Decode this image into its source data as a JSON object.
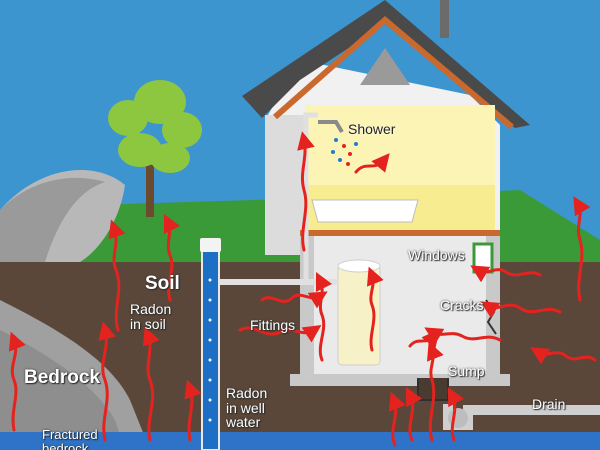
{
  "labels": {
    "shower": "Shower",
    "windows": "Windows",
    "cracks": "Cracks",
    "soil": "Soil",
    "radon_in_soil": "Radon\nin soil",
    "fittings": "Fittings",
    "bedrock": "Bedrock",
    "radon_in_well_water": "Radon\nin well\nwater",
    "sump": "Sump",
    "drain": "Drain",
    "fractured_bedrock": "Fractured\nbedrock"
  },
  "colors": {
    "sky": "#3c95cf",
    "grass": "#3a9a38",
    "soil": "#5a4739",
    "bedrock": "#a0a0a0",
    "house_wall": "#f1f1f1",
    "roof": "#4a4a4a",
    "roof_trim": "#c9692e",
    "interior": "#f7ec8f",
    "radon_arrows": "#e4231f",
    "well_water": "#1c6fc4"
  }
}
